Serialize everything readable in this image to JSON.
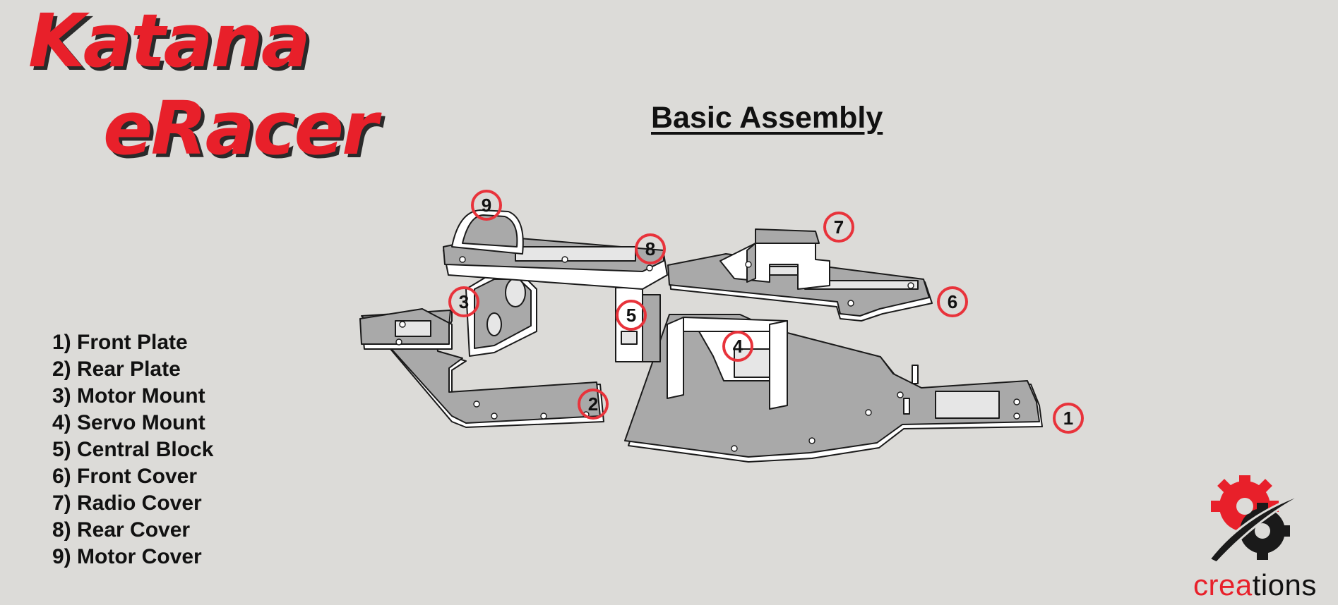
{
  "title": {
    "line1": "Katana",
    "line2": "eRacer"
  },
  "heading": "Basic Assembly",
  "parts": [
    "1) Front Plate",
    "2) Rear Plate",
    "3) Motor Mount",
    "4) Servo Mount",
    "5) Central Block",
    "6) Front Cover",
    "7) Radio Cover",
    "8) Rear Cover",
    "9) Motor Cover"
  ],
  "callouts": [
    "1",
    "2",
    "3",
    "4",
    "5",
    "6",
    "7",
    "8",
    "9"
  ],
  "logo": {
    "brand_red": "crea",
    "brand_dark": "tions",
    "icon": "gear-swoosh-icon"
  },
  "colors": {
    "accent": "#e8202a",
    "background": "#dcdbd8",
    "part": "#a9a9a9",
    "edge": "#ffffff"
  }
}
